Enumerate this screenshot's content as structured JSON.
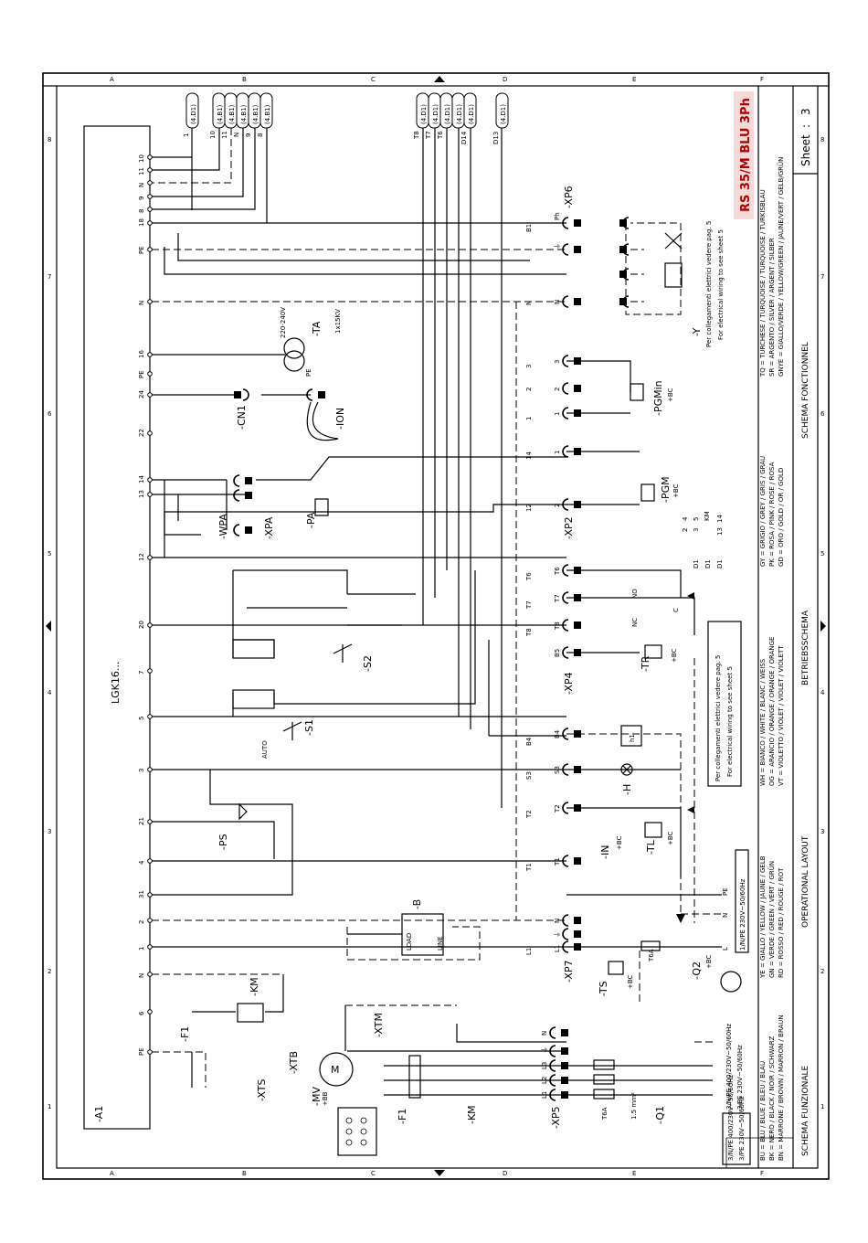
{
  "sheet": {
    "model": "RS 35/M BLU 3Ph",
    "sheet_label": "Sheet",
    "sheet_sep": ":",
    "sheet_no": "3",
    "control_box": "LGK16...",
    "control_ref": "-A1"
  },
  "titles": {
    "it": "SCHEMA FUNZIONALE",
    "en": "OPERATIONAL LAYOUT",
    "de": "BETRIEBSSCHEMA",
    "fr": "SCHEMA FONCTIONNEL"
  },
  "frame": {
    "rows": [
      "A",
      "B",
      "C",
      "D",
      "E",
      "F"
    ],
    "cols": [
      "1",
      "2",
      "3",
      "4",
      "5",
      "6",
      "7",
      "8"
    ]
  },
  "supply": {
    "line1": "3/N/PE 400/230V~50/60Hz",
    "line2": "3/PE  230V~50/60Hz",
    "motor_supply1": "3/N/PE 400/230V~50/60Hz",
    "motor_supply2": "3/PE  230V~50/60Hz",
    "aux": "1/N/PE 230V~50/60Hz"
  },
  "notes": {
    "see_it": "Per collegamenti elettrici vedere pag. 5",
    "see_en": "For electrical wiring to see sheet 5"
  },
  "colors_legend": {
    "c1": [
      "BU = BLU / BLUE / BLEU / BLAU",
      "BK = NERO / BLACK / NOIR / SCHWARZ",
      "BN = MARRONE / BROWN / MARRON / BRAUN"
    ],
    "c2": [
      "YE = GIALLO / YELLOW / JAUNE / GELB",
      "GN = VERDE / GREEN / VERT / GRÜN",
      "RD = ROSSO / RED / ROUGE / ROT"
    ],
    "c3": [
      "WH = BIANCO / WHITE / BLANC / WEISS",
      "OG = ARANCIO / ORANGE / ORANGE / ORANGE",
      "VT = VIOLETTO / VIOLET / VIOLET / VIOLETT"
    ],
    "c4": [
      "GY = GRIGIO / GREY / GRIS / GRAU",
      "PK = ROSA / PINK / ROSE / ROSA",
      "GD = ORO / GOLD / OR / GOLD"
    ],
    "c5": [
      "TQ = TURCHESE / TURQUOISE / TURQUOISE / TURKISBLAU",
      "SR = ARGENTO / SILVER / ARGENT / SILBER",
      "GNYE = GIALLO/VERDE / YELLOW/GREEN / JAUNE/VERT / GELB/GRÜN"
    ]
  },
  "terminals": [
    "10",
    "11",
    "N",
    "9",
    "8",
    "18",
    "PE",
    "N",
    "16",
    "PE",
    "24",
    "22",
    "14",
    "13",
    "12",
    "20",
    "7",
    "5",
    "3",
    "21",
    "4",
    "31",
    "2",
    "1",
    "N",
    "6",
    "PE"
  ],
  "connectors": [
    "-XP6",
    "-XP2",
    "-XP4",
    "-XP7",
    "-XP5"
  ],
  "xp6_pins": [
    "Ph",
    "⏚",
    "N",
    "3",
    "2",
    "1"
  ],
  "xp2_pins": [
    "1",
    "2"
  ],
  "xp4_pins": [
    "T6",
    "T7",
    "T8",
    "B5",
    "B4",
    "S3",
    "T2",
    "T1"
  ],
  "xp7_pins": [
    "N",
    "⏚",
    "L1"
  ],
  "xp5_pins": [
    "N",
    "⏚",
    "L3",
    "L2",
    "L1"
  ],
  "wire_labels": [
    "B1",
    "N",
    "3",
    "2",
    "1",
    "14",
    "12",
    "T6",
    "T7",
    "T8",
    "B4",
    "S3",
    "T2",
    "T1",
    "L1"
  ],
  "bus_labels": [
    {
      "num": "1",
      "ref": "(4.D1)"
    },
    {
      "num": "10",
      "ref": "(4.B1)"
    },
    {
      "num": "11",
      "ref": "(4.B1)"
    },
    {
      "num": "N",
      "ref": "(4.B1)"
    },
    {
      "num": "9",
      "ref": "(4.B1)"
    },
    {
      "num": "8",
      "ref": "(4.B1)"
    },
    {
      "num": "T8",
      "ref": "(4.D1)"
    },
    {
      "num": "T7",
      "ref": "(4.D1)"
    },
    {
      "num": "T6",
      "ref": "(4.D1)"
    },
    {
      "num": "D14",
      "ref": "(4.D1)"
    },
    {
      "num": "D13",
      "ref": "(4.D1)"
    }
  ],
  "components": {
    "Y": "-Y",
    "TA": "-TA",
    "TA_volt": "220-240V",
    "TA_out": "1x15KV",
    "CN1": "-CN1",
    "ION": "-ION",
    "PA": "-PA",
    "XPA": "-XPA",
    "WPA": "-WPA",
    "S1": "-S1",
    "S2": "-S2",
    "PS": "-PS",
    "PGMin": "-PGMin",
    "PGM": "-PGM",
    "TR": "-TR",
    "H": "-H",
    "h1": "h1",
    "IN": "-IN",
    "TL": "-TL",
    "B": "-B",
    "Q2": "-Q2",
    "T6A": "T6A",
    "TS": "-TS",
    "XTM": "-XTM",
    "KM": "-KM",
    "F1": "-F1",
    "XTS": "-XTS",
    "XTB": "-XTB",
    "MV": "-MV",
    "MV_sub": "+BB",
    "Q1": "-Q1",
    "T6A_2": "T6A",
    "wire": "1.5 mm²",
    "bc": "+BC",
    "NO": "NO",
    "NC": "NC",
    "C": "C",
    "auto": "AUTO",
    "LOAD": "LOAD",
    "LINE": "LINE",
    "PE": "PE",
    "L": "L"
  },
  "km_table": {
    "header": "KM",
    "rows": [
      [
        "D1",
        "2",
        "4"
      ],
      [
        "D1",
        "3",
        "5"
      ],
      [
        "D1",
        "13",
        "14"
      ]
    ]
  }
}
